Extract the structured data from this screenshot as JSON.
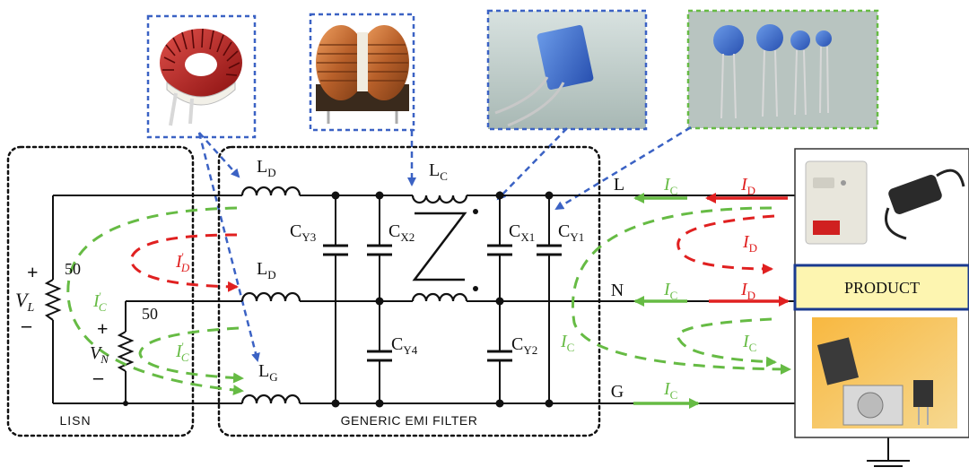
{
  "boxes": {
    "lisn_label": "LISN",
    "filter_label": "GENERIC EMI FILTER",
    "product_label": "PRODUCT"
  },
  "lines": {
    "L": "L",
    "N": "N",
    "G": "G"
  },
  "resistors": {
    "r1": "50",
    "r2": "50"
  },
  "sources": {
    "vl": {
      "base": "V",
      "sub": "L",
      "plus": "+",
      "minus": "–"
    },
    "vn": {
      "base": "V",
      "sub": "N",
      "plus": "+",
      "minus": "–"
    }
  },
  "components": {
    "ld_top": {
      "base": "L",
      "sub": "D"
    },
    "ld_mid": {
      "base": "L",
      "sub": "D"
    },
    "lg": {
      "base": "L",
      "sub": "G"
    },
    "lc": {
      "base": "L",
      "sub": "C"
    },
    "cy3": {
      "base": "C",
      "sub": "Y3"
    },
    "cx2": {
      "base": "C",
      "sub": "X2"
    },
    "cx1": {
      "base": "C",
      "sub": "X1"
    },
    "cy1": {
      "base": "C",
      "sub": "Y1"
    },
    "cy4": {
      "base": "C",
      "sub": "Y4"
    },
    "cy2": {
      "base": "C",
      "sub": "Y2"
    }
  },
  "currents": {
    "ic_L": {
      "base": "I",
      "sub": "C"
    },
    "id_L": {
      "base": "I",
      "sub": "D"
    },
    "id_loop": {
      "base": "I",
      "sub": "D"
    },
    "ic_N": {
      "base": "I",
      "sub": "C"
    },
    "id_N": {
      "base": "I",
      "sub": "D"
    },
    "ic_loop": {
      "base": "I",
      "sub": "C"
    },
    "ic_loop_left": {
      "base": "I",
      "sub": "C"
    },
    "ic_G": {
      "base": "I",
      "sub": "C"
    },
    "ic_prime_1": {
      "base": "I",
      "sub": "C",
      "prime": "'"
    },
    "ic_prime_2": {
      "base": "I",
      "sub": "C",
      "prime": "'"
    },
    "id_prime": {
      "base": "I",
      "sub": "D",
      "prime": "'"
    }
  },
  "photos": [
    {
      "name": "toroid-inductor-photo"
    },
    {
      "name": "common-mode-choke-photo"
    },
    {
      "name": "x-capacitor-photo"
    },
    {
      "name": "y-capacitors-photo"
    }
  ],
  "colors": {
    "dm_current": "#e02020",
    "cm_current": "#66bb44",
    "photo_frame": "#3b62c4",
    "product_fill": "#fdf5b0",
    "product_border": "#1a3a8f"
  }
}
